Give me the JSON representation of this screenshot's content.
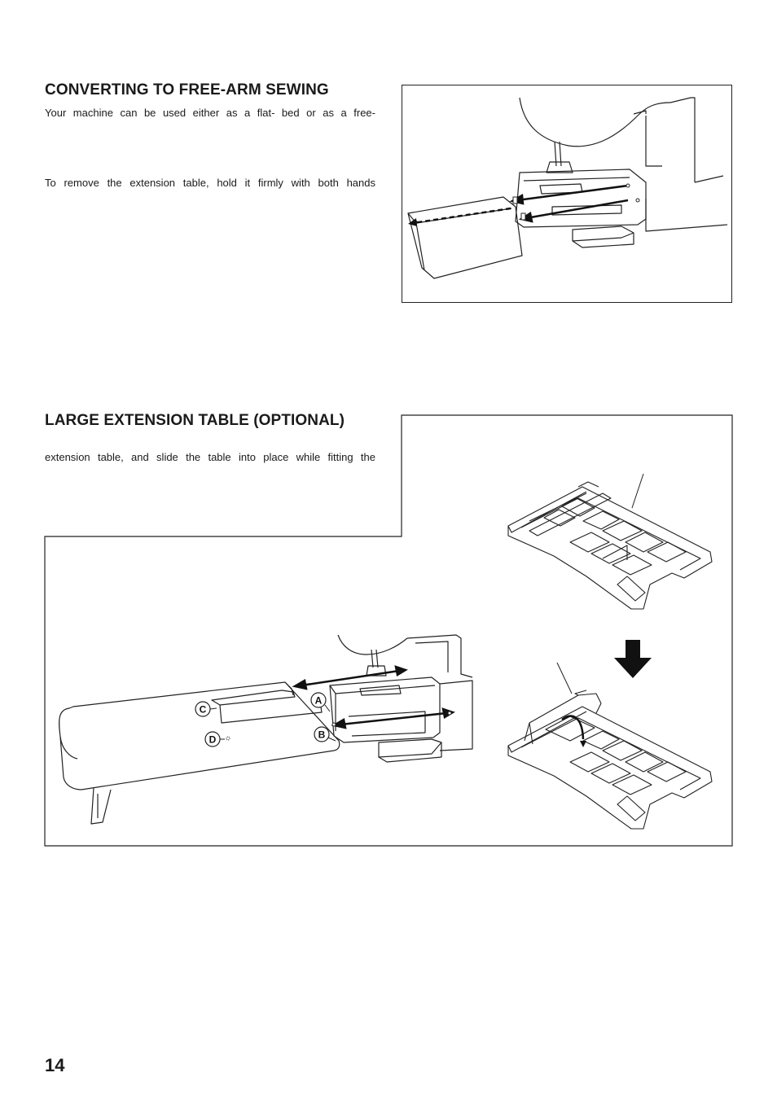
{
  "section1": {
    "heading": "CONVERTING TO FREE-ARM SEWING",
    "line1": "Your machine can be used either as a flat- bed or as a free-",
    "line2": "To remove the extension table, hold it firmly with both hands"
  },
  "section2": {
    "heading": "LARGE EXTENSION TABLE (OPTIONAL)",
    "line1": "extension table, and slide the table into place while fitting the"
  },
  "callouts": {
    "a": "A",
    "b": "B",
    "c": "C",
    "d": "D"
  },
  "page_number": "14"
}
